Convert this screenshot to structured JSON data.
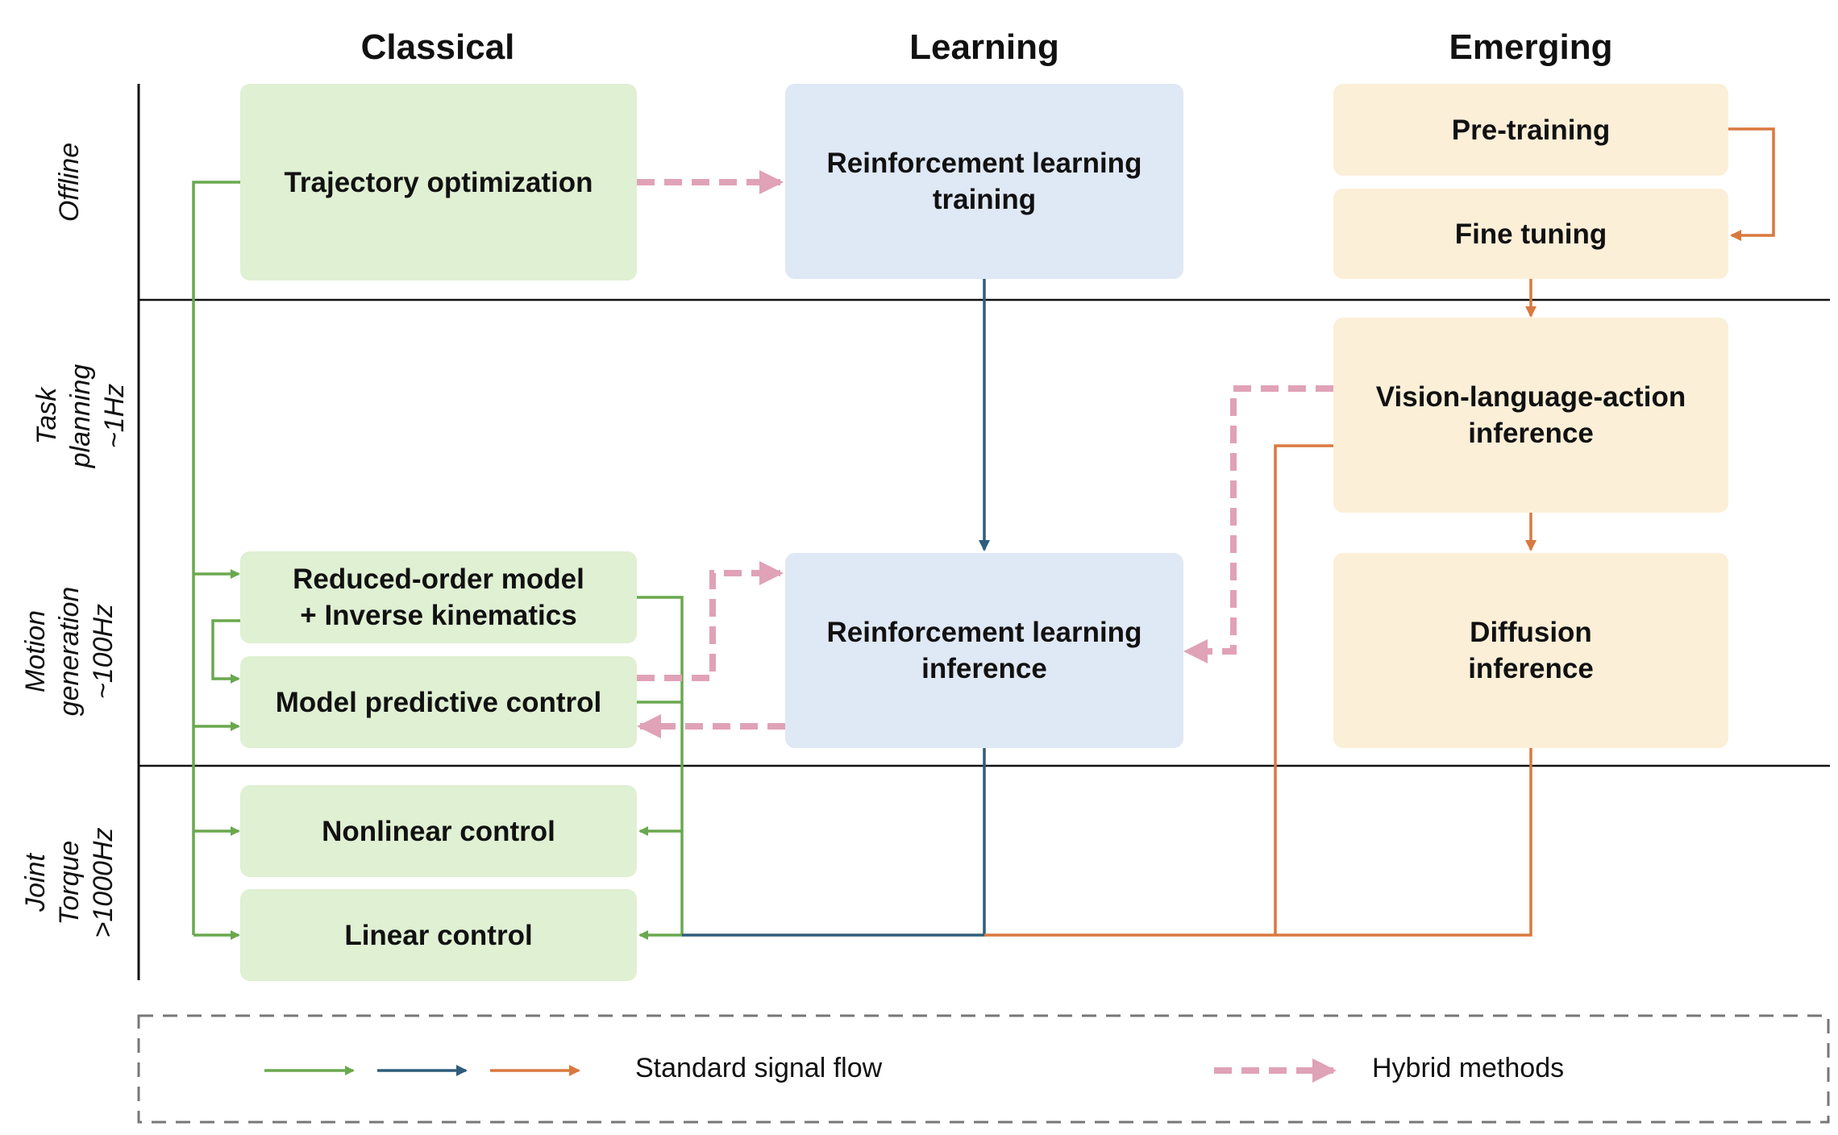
{
  "columns": {
    "classical": "Classical",
    "learning": "Learning",
    "emerging": "Emerging"
  },
  "rows": {
    "offline": "Offline",
    "task_planning": "Task\nplanning\n~1Hz",
    "motion_generation": "Motion\ngeneration\n~100Hz",
    "joint_torque": "Joint\nTorque\n>1000Hz"
  },
  "boxes": {
    "trajectory_optimization": "Trajectory optimization",
    "rl_training": "Reinforcement learning\ntraining",
    "pre_training": "Pre-training",
    "fine_tuning": "Fine tuning",
    "vla_inference": "Vision-language-action\ninference",
    "reduced_order_model": "Reduced-order model\n+ Inverse kinematics",
    "model_predictive_control": "Model predictive control",
    "rl_inference": "Reinforcement learning\ninference",
    "diffusion_inference": "Diffusion\ninference",
    "nonlinear_control": "Nonlinear control",
    "linear_control": "Linear control"
  },
  "legend": {
    "standard": "Standard signal flow",
    "hybrid": "Hybrid methods"
  },
  "colors": {
    "classical_flow": "#6aa84f",
    "learning_flow": "#2f5d7c",
    "emerging_flow": "#d9793f",
    "hybrid_flow": "#e0a2b6"
  }
}
